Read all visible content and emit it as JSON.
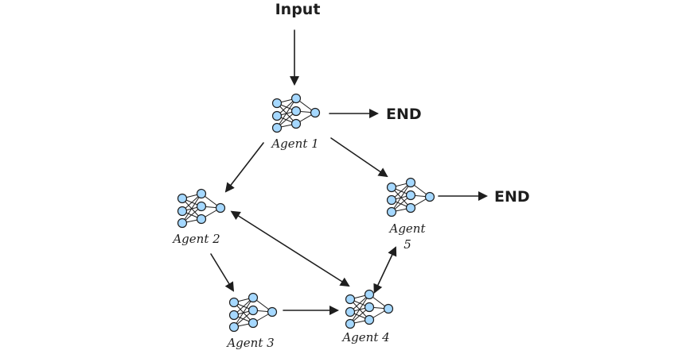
{
  "input_label": "Input",
  "agents": [
    {
      "id": "agent1",
      "label": "Agent 1"
    },
    {
      "id": "agent2",
      "label": "Agent 2"
    },
    {
      "id": "agent3",
      "label": "Agent 3"
    },
    {
      "id": "agent4",
      "label": "Agent 4"
    },
    {
      "id": "agent5",
      "label_line1": "Agent",
      "label_line2": "5"
    }
  ],
  "end_labels": {
    "end1": "END",
    "end5": "END"
  },
  "edges": [
    {
      "from": "input",
      "to": "agent1",
      "direction": "one-way"
    },
    {
      "from": "agent1",
      "to": "end1",
      "direction": "one-way"
    },
    {
      "from": "agent1",
      "to": "agent2",
      "direction": "one-way"
    },
    {
      "from": "agent1",
      "to": "agent5",
      "direction": "one-way"
    },
    {
      "from": "agent5",
      "to": "end5",
      "direction": "one-way"
    },
    {
      "from": "agent2",
      "to": "agent3",
      "direction": "one-way"
    },
    {
      "from": "agent3",
      "to": "agent4",
      "direction": "one-way"
    },
    {
      "from": "agent2",
      "to": "agent4",
      "direction": "two-way"
    },
    {
      "from": "agent4",
      "to": "agent5",
      "direction": "two-way"
    }
  ],
  "colors": {
    "node_fill": "#a5d8ff",
    "stroke": "#1e1e1e",
    "background": "#ffffff"
  },
  "icons": {
    "agent_icon": "neural-network-icon",
    "arrow": "arrow-icon"
  }
}
